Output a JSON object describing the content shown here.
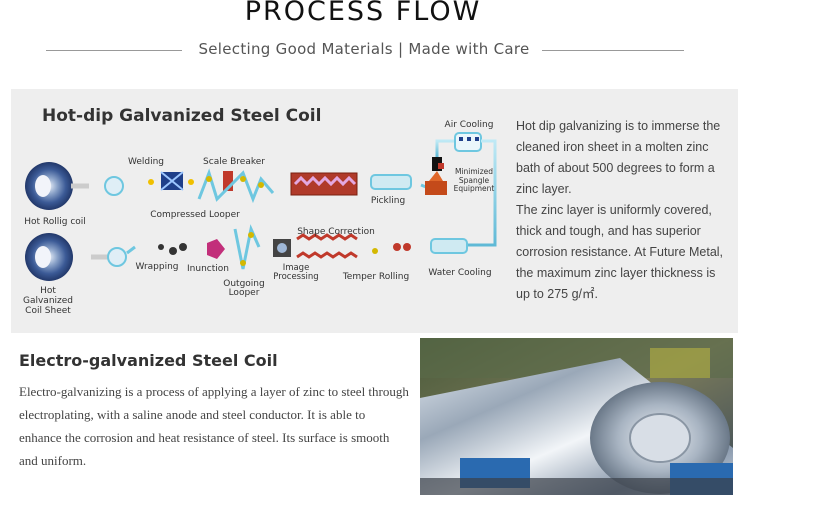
{
  "header": {
    "title": "PROCESS FLOW",
    "subtitle": "Selecting Good Materials  |  Made with Care"
  },
  "hot_dip": {
    "title": "Hot-dip Galvanized Steel Coil",
    "steps": {
      "hot_rolling_coil": "Hot Rollig coil",
      "welding": "Welding",
      "scale_breaker": "Scale Breaker",
      "compressed_looper": "Compressed Looper",
      "pickling": "Pickling",
      "air_cooling": "Air Cooling",
      "minimized_spangle": "Minimized Spangle Equipment",
      "water_cooling": "Water Cooling",
      "temper_rolling": "Temper Rolling",
      "shape_correction": "Shape Correction",
      "image_processing": "Image Processing",
      "outgoing_looper": "Outgoing Looper",
      "inunction": "Inunction",
      "wrapping": "Wrapping",
      "hot_galvanized_sheet": "Hot Galvanized Coil Sheet"
    },
    "description_1": "Hot dip galvanizing is to immerse the cleaned iron sheet in a molten zinc bath of about 500 degrees to form a zinc layer.",
    "description_2": "The zinc layer is uniformly covered, thick and tough, and has superior corrosion resistance. At Future Metal, the maximum zinc layer thickness is up to 275 g/㎡."
  },
  "electro": {
    "title": "Electro-galvanized Steel Coil",
    "description": "Electro-galvanizing is a process of applying a layer of zinc to steel through electroplating, with a saline anode and steel conductor. It is able to enhance the corrosion and heat resistance of steel. Its surface is smooth and uniform."
  },
  "colors": {
    "pipe": "#6ec7e0",
    "furnace": "#c0392b",
    "accent_yellow": "#d4b800",
    "coil_blue": "#2a4a8a"
  }
}
